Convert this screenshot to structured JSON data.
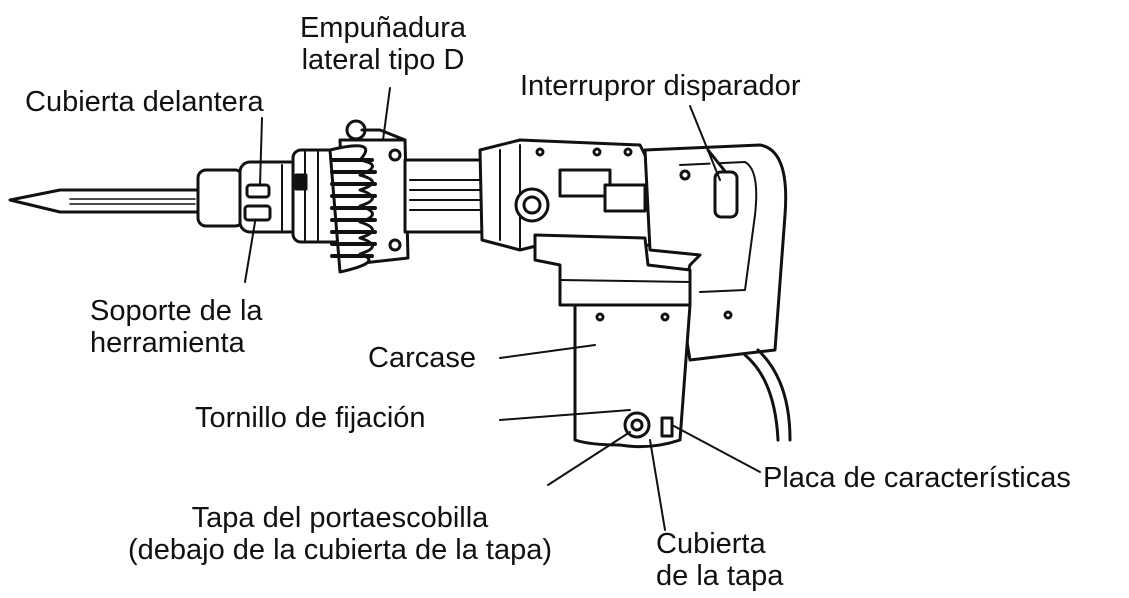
{
  "labels": {
    "empunadura": {
      "line1": "Empuñadura",
      "line2": "lateral tipo D"
    },
    "cubierta_delantera": "Cubierta delantera",
    "interruptor": "Interrupror disparador",
    "soporte": {
      "line1": "Soporte de la",
      "line2": "herramienta"
    },
    "carcase": "Carcase",
    "tornillo": "Tornillo de fijación",
    "placa": "Placa de características",
    "tapa_portaescobilla": {
      "line1": "Tapa del portaescobilla",
      "line2": "(debajo de la cubierta de la tapa)"
    },
    "cubierta_tapa": {
      "line1": "Cubierta",
      "line2": "de la tapa"
    }
  }
}
